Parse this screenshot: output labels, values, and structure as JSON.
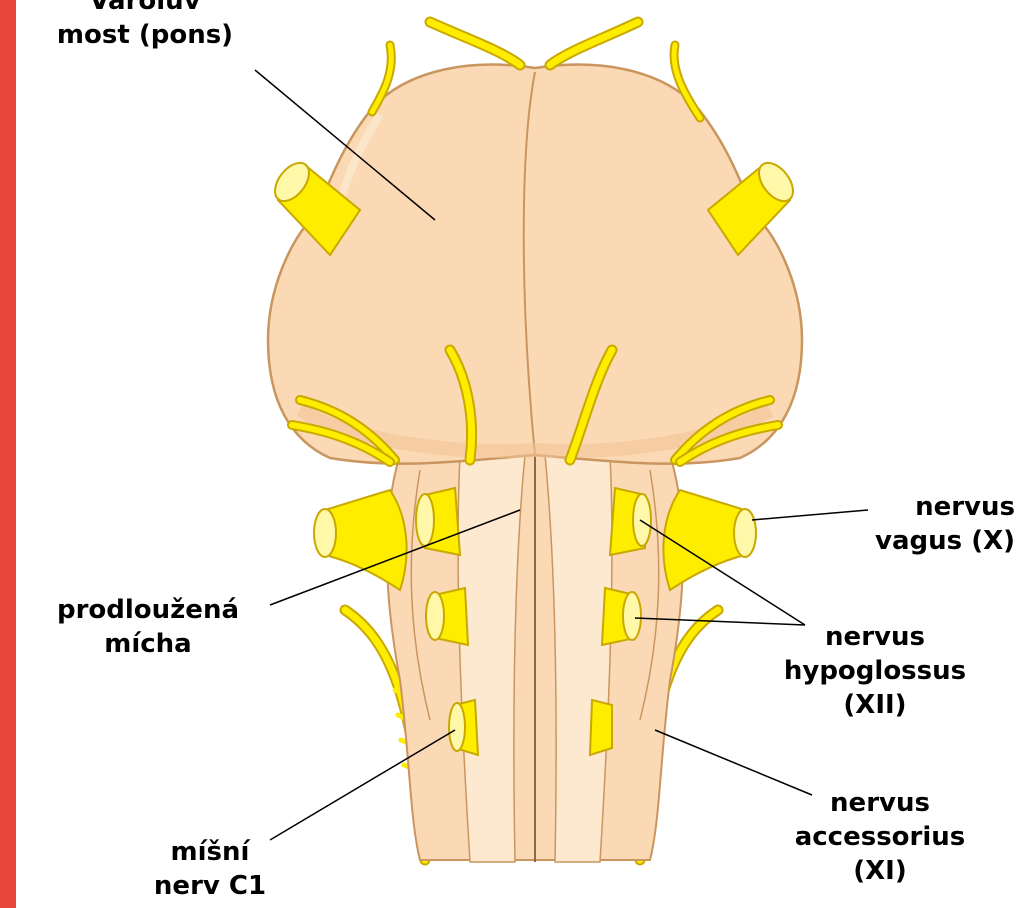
{
  "colors": {
    "tissue": "#fbd9b5",
    "tissue_light": "#fde8d0",
    "tissue_shadow": "#f3c396",
    "outline": "#c9965f",
    "nerve": "#ffed00",
    "nerve_dark": "#e0c400",
    "nerve_end": "#fff8a8",
    "border_red": "#e8453a"
  },
  "labels": {
    "pons": {
      "line1": "Varolův",
      "line2": "most (pons)"
    },
    "medulla": {
      "line1": "prodloužená",
      "line2": "mícha"
    },
    "spinal_c1": {
      "line1": "míšní",
      "line2": "nerv C1"
    },
    "vagus": {
      "line1": "nervus",
      "line2": "vagus (X)"
    },
    "hypoglossus": {
      "line1": "nervus",
      "line2": "hypoglossus",
      "line3": "(XII)"
    },
    "accessorius": {
      "line1": "nervus",
      "line2": "accessorius",
      "line3": "(XI)"
    }
  }
}
